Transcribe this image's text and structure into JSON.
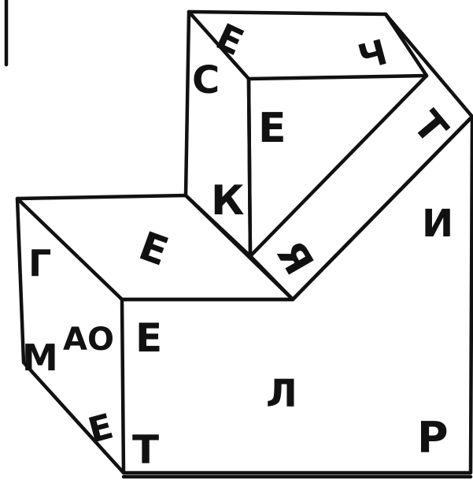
{
  "figure": {
    "ink_color": "#111111",
    "paper_color": "#ffffff",
    "labels": {
      "top_back": "Е",
      "top_right": "Ч",
      "upper_left_face": "С",
      "upper_front": "Е",
      "upper_lower_left": "К",
      "slant_top": "Т",
      "slant_lower": "Я",
      "right_upper": "И",
      "middle_top": "Е",
      "left_top": "Г",
      "left_mid": "М",
      "left_ao": "АО",
      "left_bottom": "Е",
      "front_top": "Е",
      "front_mid": "Л",
      "front_bottom": "Т",
      "front_right": "Р"
    }
  }
}
